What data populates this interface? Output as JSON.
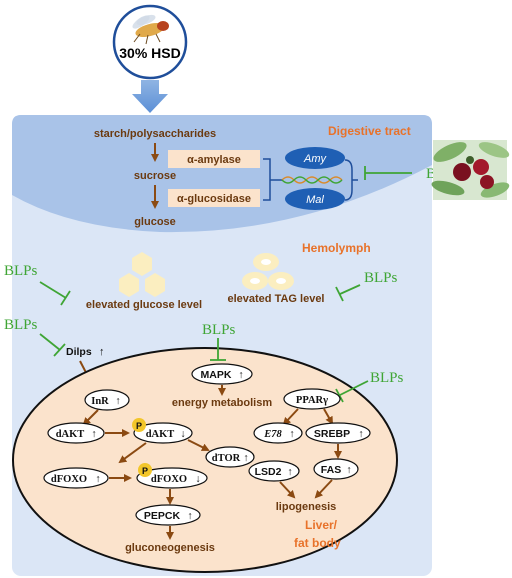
{
  "diet": "30% HSD",
  "digestive": {
    "title": "Digestive tract",
    "starch": "starch/polysaccharides",
    "sucrose": "sucrose",
    "glucose": "glucose",
    "amylase": "α-amylase",
    "glucosidase": "α-glucosidase",
    "amy": "Amy",
    "mal": "Mal"
  },
  "hemolymph": {
    "title": "Hemolymph",
    "glucose_level": "elevated glucose level",
    "tag_level": "elevated TAG level"
  },
  "blps": "BLPs",
  "signaling": {
    "dilps": "Dilps",
    "inr": "InR",
    "dakt": "dAKT",
    "p": "P",
    "dtor": "dTOR",
    "dfoxo": "dFOXO",
    "pepck": "PEPCK",
    "gluconeogenesis": "gluconeogenesis",
    "mapk": "MAPK",
    "energy": "energy metabolism",
    "ppar": "PPARγ",
    "e78": "E78",
    "srebp": "SREBP",
    "lsd2": "LSD2",
    "fas": "FAS",
    "lipogenesis": "lipogenesis",
    "tissue_1": "Liver/",
    "tissue_2": "fat body"
  },
  "colors": {
    "inhibit": "#3fa535",
    "pathway": "#8b4a12",
    "label_orange": "#e8722a",
    "panel": "#dbe6f6",
    "gut": "#a9c3e8",
    "cell": "#fbe3cc"
  }
}
